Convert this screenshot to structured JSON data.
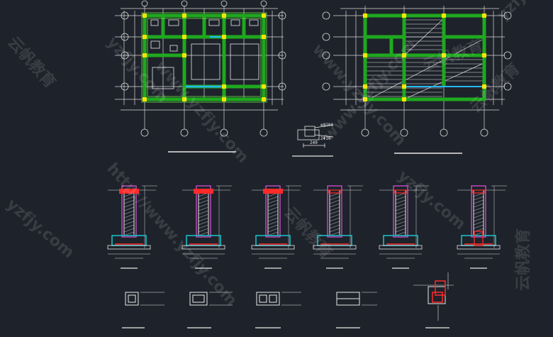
{
  "colors": {
    "background": "#1e222a",
    "grid": "#d8d8d8",
    "beam": "#1fa81f",
    "beam_edge": "#6ee04a",
    "column": "#f2e600",
    "wall": "#e8e8e8",
    "rebar": "#d050d0",
    "footing": "#19c6cf",
    "bar_red": "#ff2a2a",
    "lintel": "#27b7ff"
  },
  "annotations": {
    "spacing_label": "⊕@200",
    "bar_label": "2Φ10",
    "width_label": "240"
  },
  "watermarks": [
    "yzfjy.com",
    "www.yzfjy.com",
    "http://www.yzfjy.com",
    "云帆教育"
  ],
  "icons": [
    "grid-bubble-icon"
  ]
}
